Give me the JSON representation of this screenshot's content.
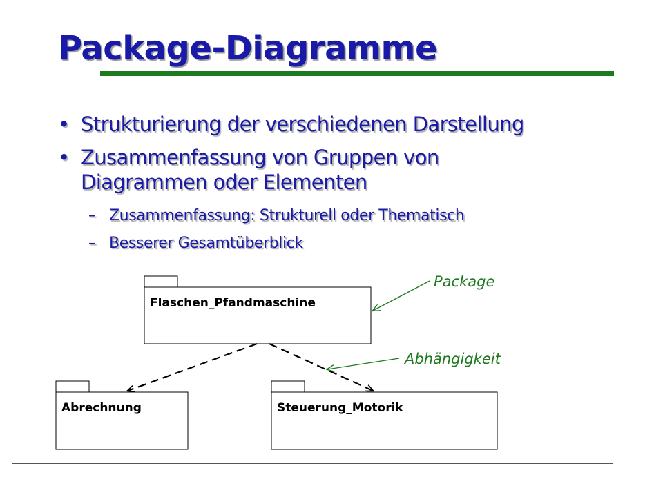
{
  "slide": {
    "title": "Package-Diagramme",
    "bullets": [
      {
        "text": "Strukturierung der verschiedenen Darstellung"
      },
      {
        "text": "Zusammenfassung von Gruppen von Diagrammen oder Elementen",
        "sub": [
          "Zusammenfassung: Strukturell oder Thematisch",
          "Besserer Gesamtüberblick"
        ]
      }
    ],
    "bullet_glyph": "•",
    "sub_glyph": "–"
  },
  "diagram": {
    "packages": [
      {
        "id": "top",
        "name": "Flaschen_Pfandmaschine"
      },
      {
        "id": "left",
        "name": "Abrechnung"
      },
      {
        "id": "right",
        "name": "Steuerung_Motorik"
      }
    ],
    "dependencies": [
      {
        "from": "top",
        "to": "left",
        "style": "dashed"
      },
      {
        "from": "top",
        "to": "right",
        "style": "dashed"
      }
    ],
    "annotations": {
      "package": "Package",
      "dependency": "Abhängigkeit"
    },
    "colors": {
      "title": "#1a1aa8",
      "text": "#1a1aa8",
      "accent": "#1e7a1e",
      "lines": "#000000"
    }
  }
}
